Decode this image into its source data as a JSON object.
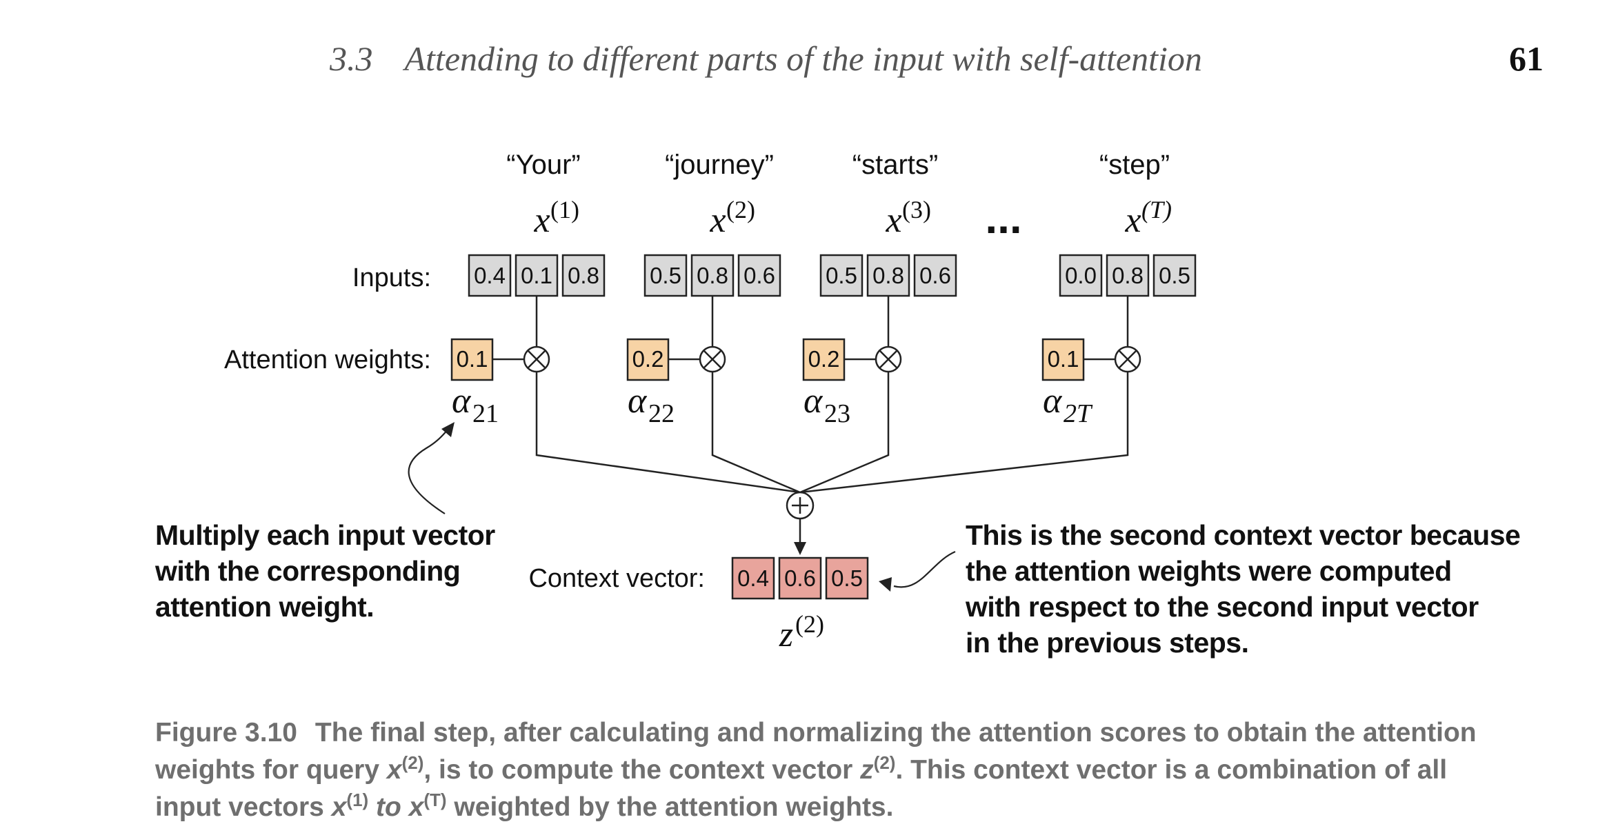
{
  "header": {
    "section_number": "3.3",
    "section_title": "Attending to different parts of the input with self-attention",
    "page_number": "61"
  },
  "diagram": {
    "inputs_label": "Inputs:",
    "attention_weights_label": "Attention weights:",
    "context_vector_label": "Context vector:",
    "ellipsis": "...",
    "tokens": [
      {
        "word": "“Your”",
        "x_sup": "(1)",
        "inputs": [
          "0.4",
          "0.1",
          "0.8"
        ],
        "weight": "0.1",
        "alpha_sub": "21"
      },
      {
        "word": "“journey”",
        "x_sup": "(2)",
        "inputs": [
          "0.5",
          "0.8",
          "0.6"
        ],
        "weight": "0.2",
        "alpha_sub": "22"
      },
      {
        "word": "“starts”",
        "x_sup": "(3)",
        "inputs": [
          "0.5",
          "0.8",
          "0.6"
        ],
        "weight": "0.2",
        "alpha_sub": "23"
      },
      {
        "word": "“step”",
        "x_sup": "(T)",
        "inputs": [
          "0.0",
          "0.8",
          "0.5"
        ],
        "weight": "0.1",
        "alpha_sub": "2T"
      }
    ],
    "context_vector": {
      "values": [
        "0.4",
        "0.6",
        "0.5"
      ],
      "z_sup": "(2)"
    },
    "colors": {
      "input_fill": "#d9d9d9",
      "weight_fill": "#f7d3a5",
      "context_fill": "#e8a49c"
    }
  },
  "notes": {
    "left": [
      "Multiply each input vector",
      "with the corresponding",
      "attention weight."
    ],
    "right": [
      "This is the second context vector because",
      "the attention weights were computed",
      "with respect to the second input vector",
      "in the previous steps."
    ]
  },
  "caption": {
    "label": "Figure 3.10",
    "text_1": "The final step, after calculating and normalizing the attention scores to obtain the attention weights for query ",
    "x": "x",
    "x_sup": "(2)",
    "text_2": ", is to compute the context vector ",
    "z": "z",
    "z_sup": "(2)",
    "text_3": ". This context vector is a combination of all input vectors ",
    "x1": "x",
    "x1_sup": "(1)",
    "to": " to ",
    "xT": "x",
    "xT_sup": "(T)",
    "text_4": " weighted by the attention weights."
  }
}
